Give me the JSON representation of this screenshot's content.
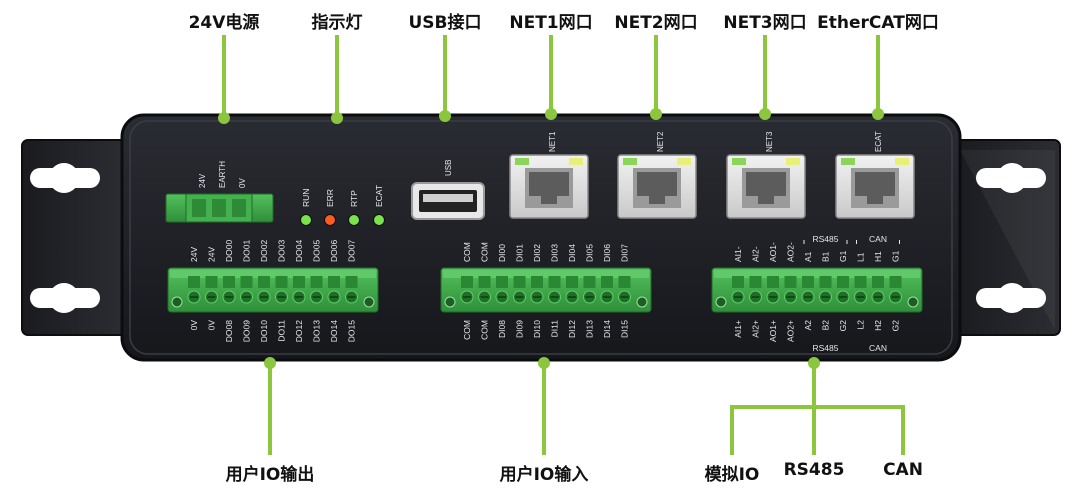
{
  "callouts_top": {
    "power": "24V电源",
    "indicator": "指示灯",
    "usb": "USB接口",
    "net1": "NET1网口",
    "net2": "NET2网口",
    "net3": "NET3网口",
    "ethercat": "EtherCAT网口"
  },
  "callouts_bottom": {
    "user_io_out": "用户IO输出",
    "user_io_in": "用户IO输入",
    "analog_io": "模拟IO",
    "rs485": "RS485",
    "can": "CAN"
  },
  "power_connector": {
    "labels": [
      "24V",
      "EARTH",
      "0V"
    ]
  },
  "leds": [
    {
      "label": "RUN",
      "color": "#7be34a"
    },
    {
      "label": "ERR",
      "color": "#ff5a1f"
    },
    {
      "label": "RTP",
      "color": "#7be34a"
    },
    {
      "label": "ECAT",
      "color": "#7be34a"
    }
  ],
  "usb_label": "USB",
  "ports": [
    {
      "label": "NET1"
    },
    {
      "label": "NET2"
    },
    {
      "label": "NET3"
    },
    {
      "label": "ECAT"
    }
  ],
  "terminal_out": {
    "top": [
      "24V",
      "24V",
      "DO00",
      "DO01",
      "DO02",
      "DO03",
      "DO04",
      "DO05",
      "DO06",
      "DO07"
    ],
    "bottom": [
      "0V",
      "0V",
      "DO08",
      "DO09",
      "DO10",
      "DO11",
      "DO12",
      "DO13",
      "DO14",
      "DO15"
    ]
  },
  "terminal_in": {
    "top": [
      "COM",
      "COM",
      "DI00",
      "DI01",
      "DI02",
      "DI03",
      "DI04",
      "DI05",
      "DI06",
      "DI07"
    ],
    "bottom": [
      "COM",
      "COM",
      "DI08",
      "DI09",
      "DI10",
      "DI11",
      "DI12",
      "DI13",
      "DI14",
      "DI15"
    ]
  },
  "terminal_comm": {
    "top": [
      "AI1-",
      "AI2-",
      "AO1-",
      "AO2-",
      "A1",
      "B1",
      "G1",
      "L1",
      "H1",
      "G1"
    ],
    "bottom": [
      "AI1+",
      "AI2+",
      "AO1+",
      "AO2+",
      "A2",
      "B2",
      "G2",
      "L2",
      "H2",
      "G2"
    ],
    "group_rs485": "RS485",
    "group_can": "CAN"
  },
  "colors": {
    "body": "#1c1d22",
    "callout_line": "#8cc63f",
    "terminal_green": "#3fae4a"
  }
}
